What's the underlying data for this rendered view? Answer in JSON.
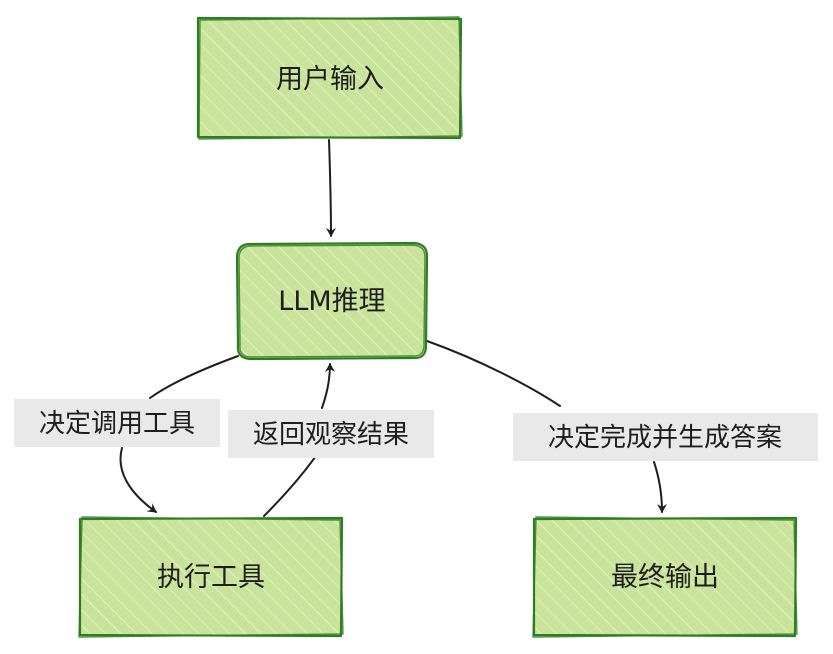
{
  "nodes": {
    "user_input": "用户输入",
    "llm_reasoning": "LLM推理",
    "execute_tool": "执行工具",
    "final_output": "最终输出"
  },
  "edges": {
    "decide_call_tool": "决定调用工具",
    "return_observation": "返回观察结果",
    "decide_complete": "决定完成并生成答案"
  },
  "colors": {
    "node_fill": "#c9e49a",
    "node_border": "#2f7d23",
    "edge": "#1e1e1e",
    "label_background": "#e9e9e9"
  }
}
